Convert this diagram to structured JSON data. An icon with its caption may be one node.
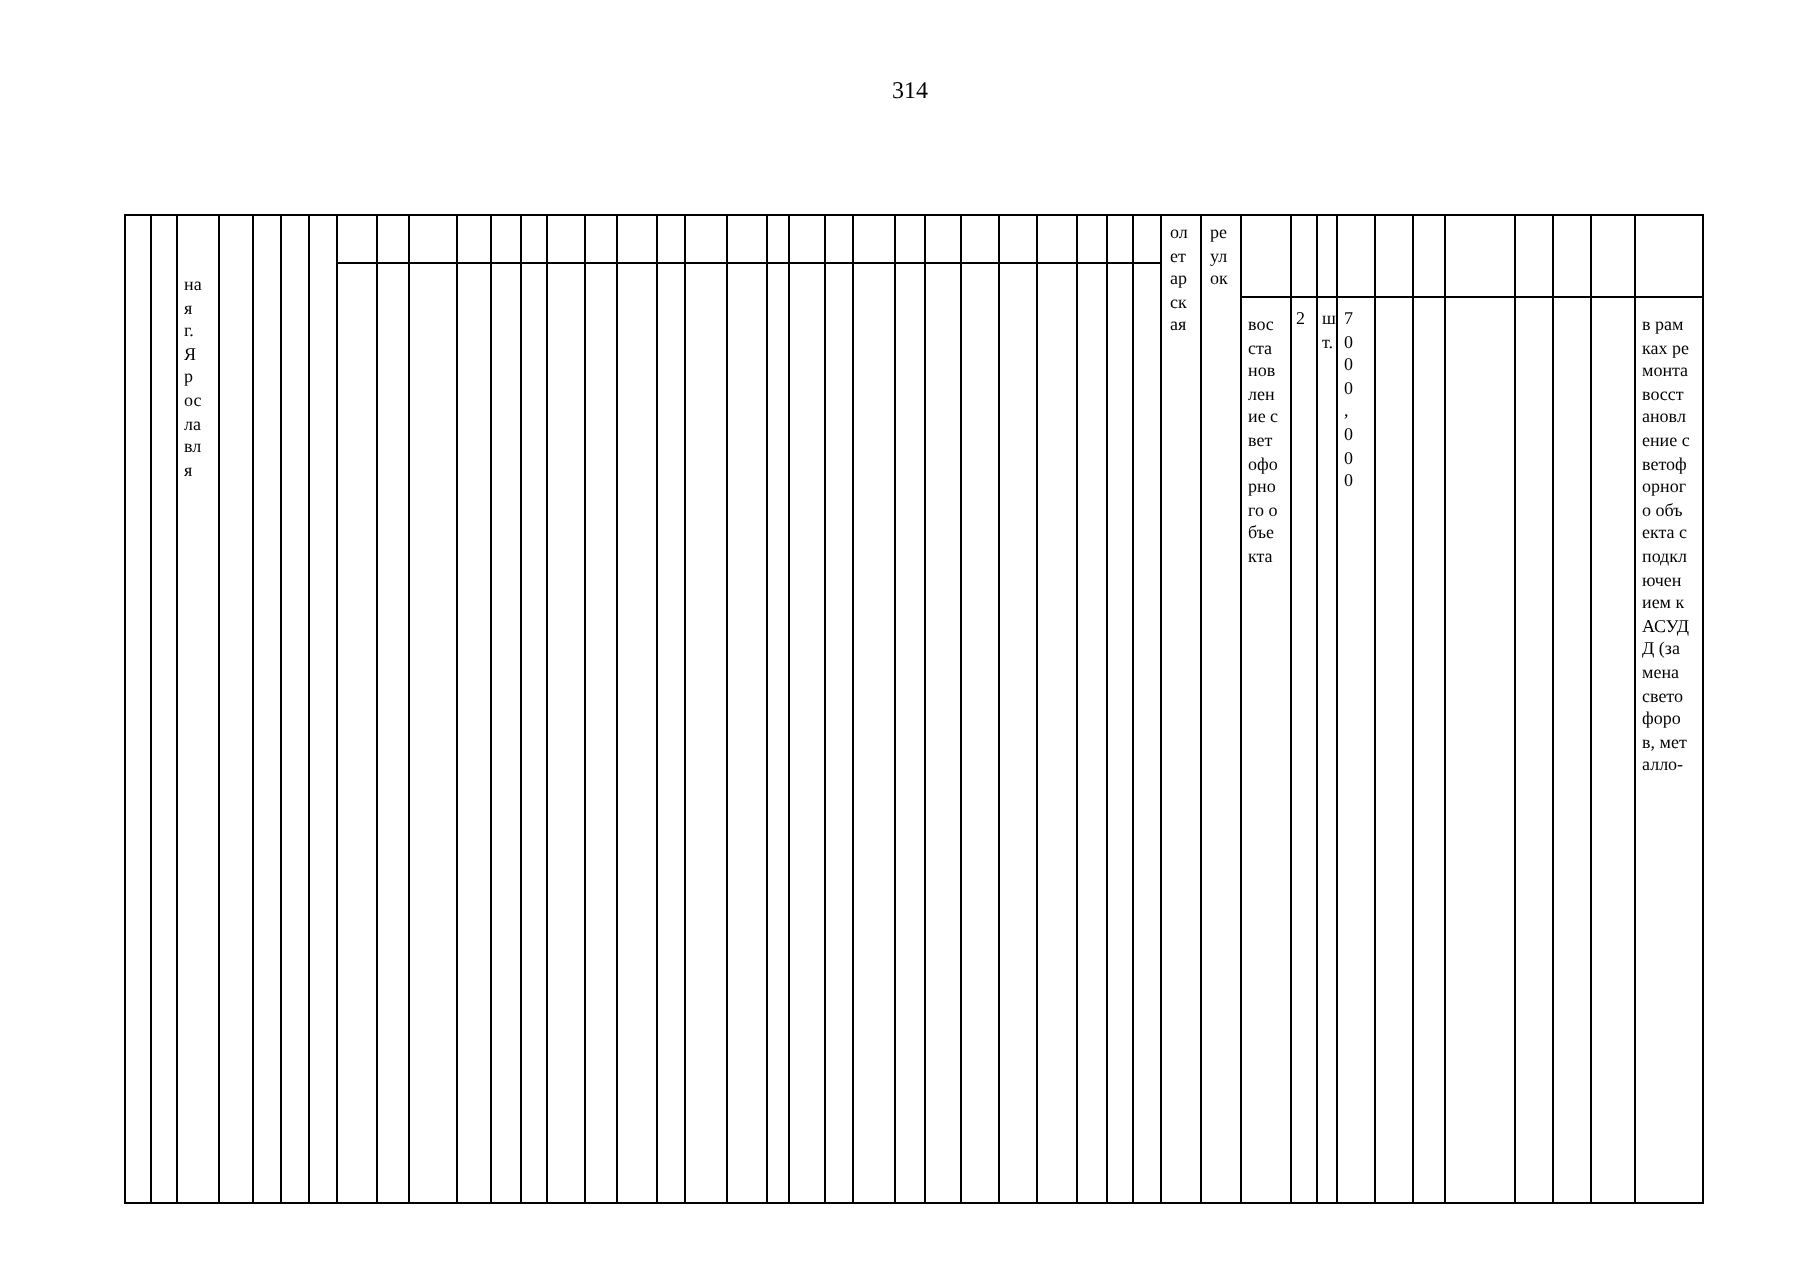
{
  "diagram": {
    "labels": [
      "314",
      "ная г.Ярославля",
      "олетарская",
      "реулок",
      "восстановление светофорного объекта",
      "2",
      "шт.",
      "7 000,000",
      "в рамках ремонта восстановление светофорного объекта с подключением к АСУДД (замена светофоров, металло-"
    ]
  }
}
